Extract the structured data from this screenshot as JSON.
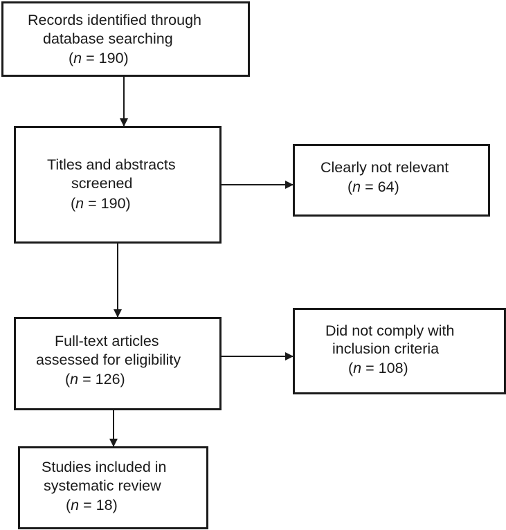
{
  "boxes": {
    "identified": {
      "line1": "Records identified through",
      "line2": "database searching",
      "n_var": "n",
      "count": "190"
    },
    "screened": {
      "line1": "Titles and abstracts",
      "line2": "screened",
      "n_var": "n",
      "count": "190"
    },
    "not_relevant": {
      "line1": "Clearly not relevant",
      "n_var": "n",
      "count": "64"
    },
    "full_text": {
      "line1": "Full-text articles",
      "line2": "assessed for eligibility",
      "n_var": "n",
      "count": "126"
    },
    "not_comply": {
      "line1": "Did not comply with",
      "line2": "inclusion criteria",
      "n_var": "n",
      "count": "108"
    },
    "included": {
      "line1": "Studies included in",
      "line2": "systematic review",
      "n_var": "n",
      "count": "18"
    }
  },
  "colors": {
    "stroke": "#1a1a1a",
    "background": "#ffffff"
  }
}
